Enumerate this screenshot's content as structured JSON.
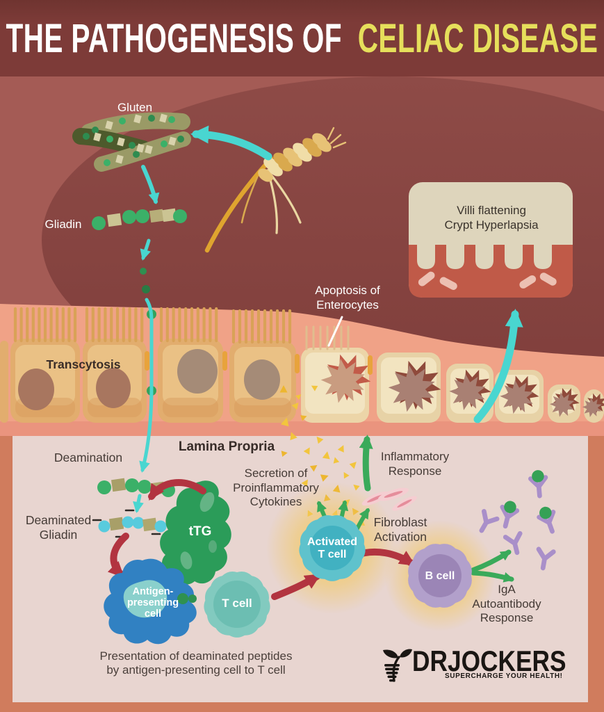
{
  "header": {
    "title_white": "THE PATHOGENESIS OF",
    "title_yellow": "CELIAC DISEASE"
  },
  "labels": {
    "gluten": "Gluten",
    "gliadin": "Gliadin",
    "apoptosis": "Apoptosis of\nEnterocytes",
    "villi_box": "Villi flattening\nCrypt Hyperlapsia",
    "transcytosis": "Transcytosis",
    "lamina_propria": "Lamina Propria",
    "deamination": "Deamination",
    "deaminated_gliadin": "Deaminated\nGliadin",
    "ttg": "tTG",
    "secretion": "Secretion of\nProinflammatory\nCytokines",
    "inflammatory": "Inflammatory\nResponse",
    "fibroblast": "Fibroblast\nActivation",
    "activated_t_cell": "Activated\nT cell",
    "t_cell": "T cell",
    "antigen_presenting_cell": "Antigen-\npresenting\ncell",
    "b_cell": "B cell",
    "iga": "IgA\nAutoantibody\nResponse",
    "presentation_caption": "Presentation of deaminated peptides\nby antigen-presenting cell to T cell"
  },
  "logo": {
    "name": "DRJOCKERS",
    "tagline": "SUPERCHARGE YOUR HEALTH!"
  },
  "icons": {
    "wheat": "wheat-icon",
    "sprout": "sprout-logo-icon"
  },
  "colors": {
    "header_bg": "#7d3b38",
    "title_yellow": "#e6df5b",
    "background": "#a45b55",
    "circle": "#8a4643",
    "intestine_salmon": "#f0a287",
    "band_salmon": "#ea947e",
    "frame_salmon": "#d07c5d",
    "lamina_bg": "#e8d5d0",
    "cyan_arrow": "#49d6d0",
    "red_arrow": "#b23440",
    "green_arrow": "#3aaa5a",
    "cytokine_yellow": "#f2c53d",
    "ttg_green": "#2b9c59",
    "apc_blue": "#3181c2",
    "tcell_teal": "#82cabf",
    "activated_teal": "#5fc2cc",
    "bcell_purple": "#b2a0cb",
    "villi_cream": "#ded5bc",
    "villi_red": "#c05a48",
    "dark_label": "#453b36"
  }
}
